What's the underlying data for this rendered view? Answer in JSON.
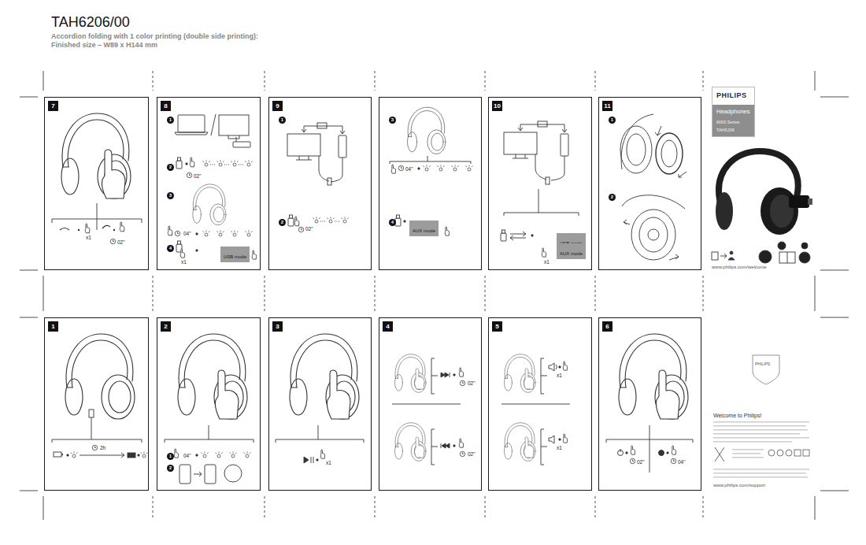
{
  "diagram": {
    "title": "TAH6206/00",
    "nodes": [
      {
        "text": [
          "7",
          "x1",
          "02\""
        ]
      },
      {
        "text": [
          "8",
          "1",
          "2",
          "02\"",
          "3",
          "04\"",
          "4",
          "x1"
        ]
      },
      {
        "text": [
          "USB mode"
        ],
        "in": 1
      },
      {
        "text": [
          "9",
          "1",
          "2",
          "02\""
        ]
      },
      {
        "text": [
          "3",
          "04\"",
          "4"
        ]
      },
      {
        "text": [
          "AUX mode"
        ],
        "in": 4
      },
      {
        "text": [
          "10",
          "x1"
        ]
      },
      {
        "text": [
          "USB mode"
        ],
        "in": 6
      },
      {
        "text": [
          "AUX mode"
        ],
        "in": 6
      },
      {
        "text": [
          "11",
          "1",
          "2"
        ]
      },
      {
        "text": [
          "www.philips.com/welcome"
        ]
      },
      {
        "text": [
          "PHILIPS",
          "Headphones",
          "6000 Series",
          "TAH6206"
        ],
        "in": 10
      },
      {
        "text": [
          "1",
          "2h"
        ]
      },
      {
        "text": [
          "2",
          "1",
          "04\"",
          "2"
        ]
      },
      {
        "text": [
          "3",
          "x1"
        ]
      },
      {
        "text": [
          "4",
          "02\"",
          "02\""
        ]
      },
      {
        "text": [
          "5",
          "x1",
          "x1"
        ]
      },
      {
        "text": [
          "6",
          "02\"",
          "04\""
        ]
      },
      {
        "text": [
          "PHILIPS",
          "Welcome to Philips!",
          "www.philips.com/support"
        ]
      }
    ],
    "labels": [
      "Accordion folding with 1 color printing (double side printing):",
      "Finished size – W89 x H144 mm"
    ]
  }
}
